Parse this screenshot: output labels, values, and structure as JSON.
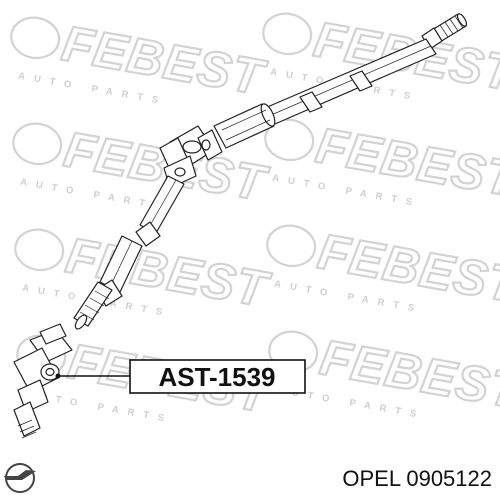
{
  "watermark": {
    "brand": "FEBEST",
    "sub": "AUTO PARTS"
  },
  "callout": {
    "part_label": "AST-1539"
  },
  "footer": {
    "brand_part": "OPEL 0905122"
  },
  "icons": {
    "footer_logo": "opel-logo-icon",
    "watermark_logo": "febest-logo-icon"
  }
}
